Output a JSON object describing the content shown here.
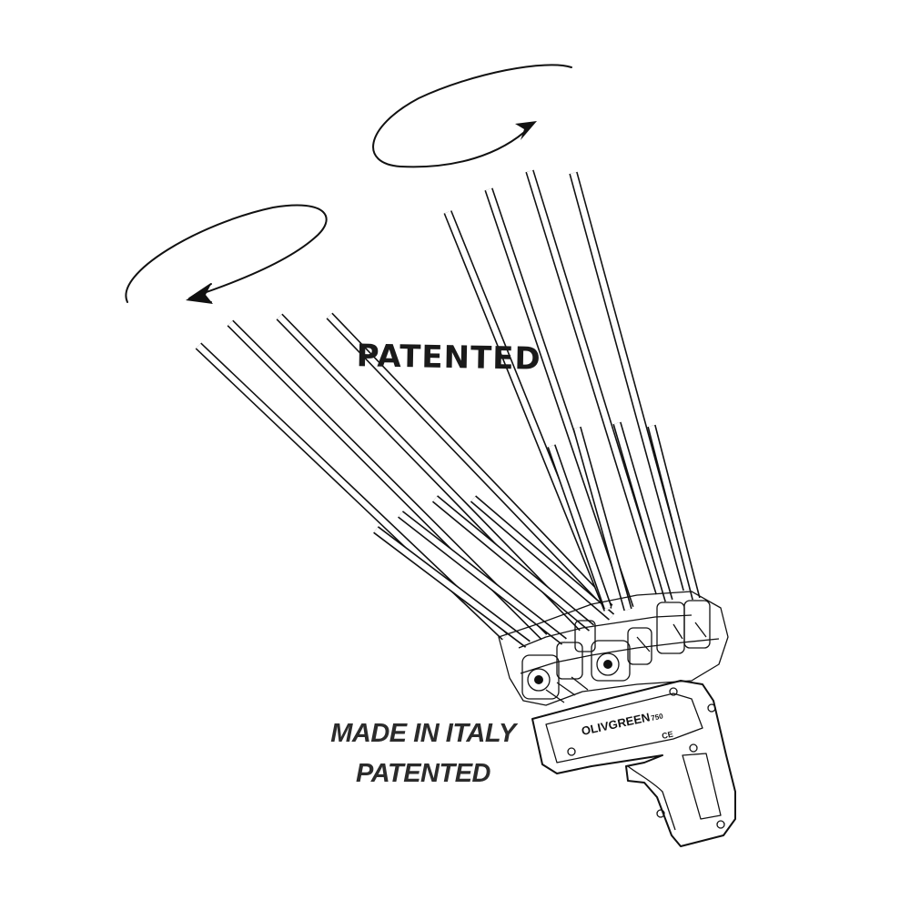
{
  "stamp_text": "PATENTED",
  "caption": {
    "line1": "MADE IN ITALY",
    "line2": "PATENTED"
  },
  "device": {
    "brand_text": "OLIVGREEN",
    "model_text": "750",
    "mark_text": "CE"
  },
  "icons": {
    "rotation_left": "rotate-counterclockwise-arrow-icon",
    "rotation_right": "rotate-clockwise-arrow-icon"
  },
  "colors": {
    "ink": "#111111",
    "background": "#ffffff"
  }
}
